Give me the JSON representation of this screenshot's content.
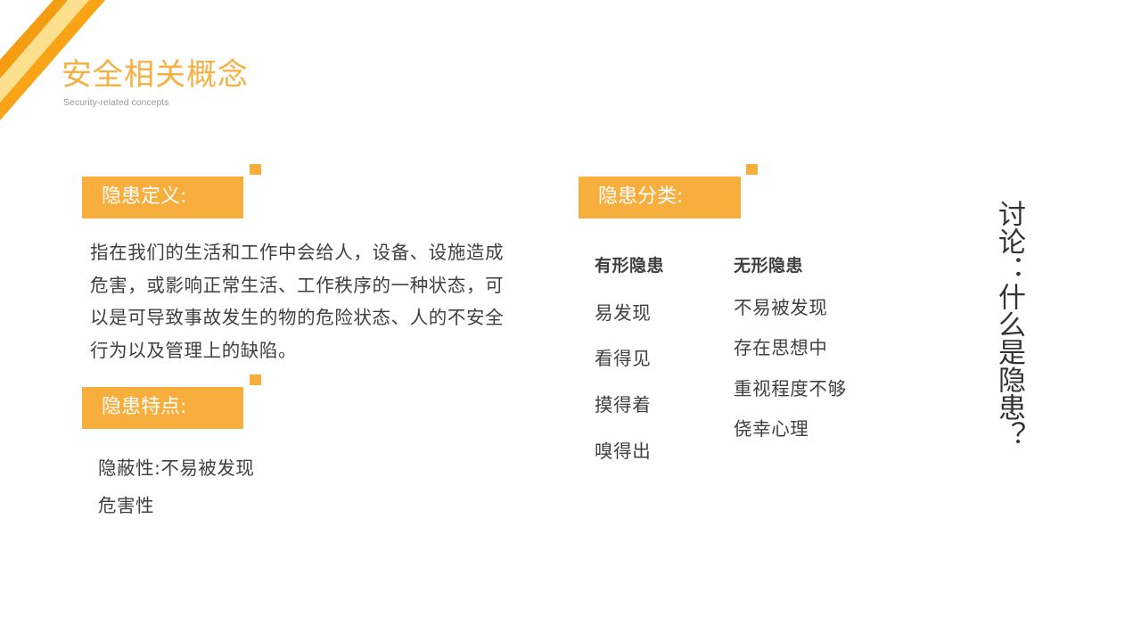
{
  "slide": {
    "title": "安全相关概念",
    "subtitle": "Security-related concepts",
    "accent_color": "#F8AE3C",
    "title_color": "#F5B041",
    "decoration": {
      "corner_stripes": [
        "#F9A316",
        "#FDE08E",
        "#F9A316"
      ]
    }
  },
  "definition": {
    "label": "隐患定义:",
    "text": "指在我们的生活和工作中会给人，设备、设施造成危害，或影响正常生活、工作秩序的一种状态，可以是可导致事故发生的物的危险状态、人的不安全行为以及管理上的缺陷。"
  },
  "features": {
    "label": "隐患特点:",
    "items": [
      "隐蔽性:不易被发现",
      "危害性"
    ]
  },
  "classification": {
    "label": "隐患分类:",
    "tangible": {
      "heading": "有形隐患",
      "items": [
        "易发现",
        "看得见",
        "摸得着",
        "嗅得出"
      ]
    },
    "intangible": {
      "heading": "无形隐患",
      "items": [
        "不易被发现",
        "存在思想中",
        "重视程度不够",
        "侥幸心理"
      ]
    }
  },
  "discussion": {
    "question": "讨论：什么是隐患？"
  }
}
